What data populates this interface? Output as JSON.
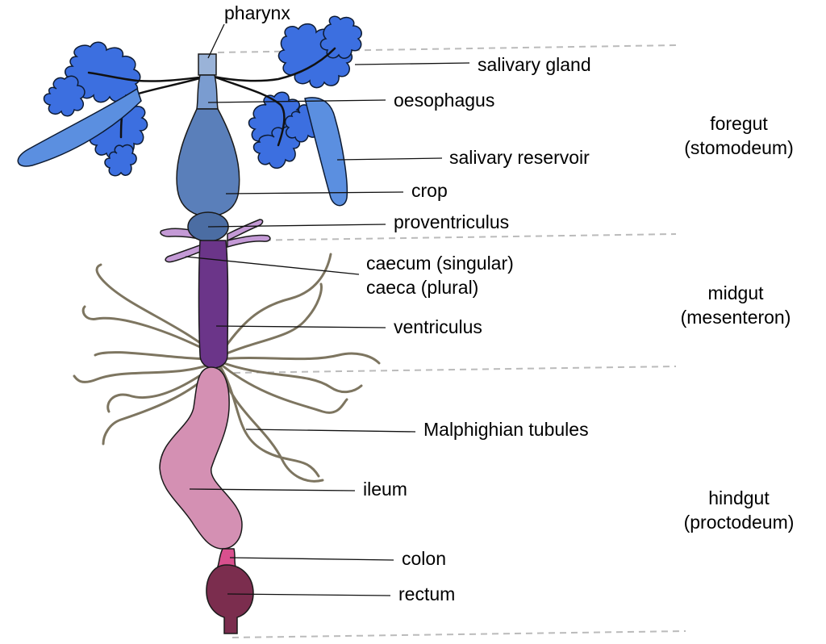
{
  "labels": {
    "pharynx": "pharynx",
    "salivary_gland": "salivary gland",
    "oesophagus": "oesophagus",
    "salivary_reservoir": "salivary reservoir",
    "crop": "crop",
    "proventriculus": "proventriculus",
    "caecum": "caecum (singular)",
    "caeca": "caeca (plural)",
    "ventriculus": "ventriculus",
    "malphighian": "Malphighian tubules",
    "ileum": "ileum",
    "colon": "colon",
    "rectum": "rectum"
  },
  "regions": {
    "foregut": {
      "name": "foregut",
      "sub": "(stomodeum)"
    },
    "midgut": {
      "name": "midgut",
      "sub": "(mesenteron)"
    },
    "hindgut": {
      "name": "hindgut",
      "sub": "(proctodeum)"
    }
  },
  "colors": {
    "gland": "#3c6fe0",
    "foregut": "#5a7fba",
    "caeca": "#c49ad6",
    "midgut": "#6b3589",
    "tubules": "#7d7560",
    "hindgut": "#d490b3",
    "colon": "#d9508e",
    "rectum": "#7b2d4e",
    "divider": "#bbbbbb"
  }
}
